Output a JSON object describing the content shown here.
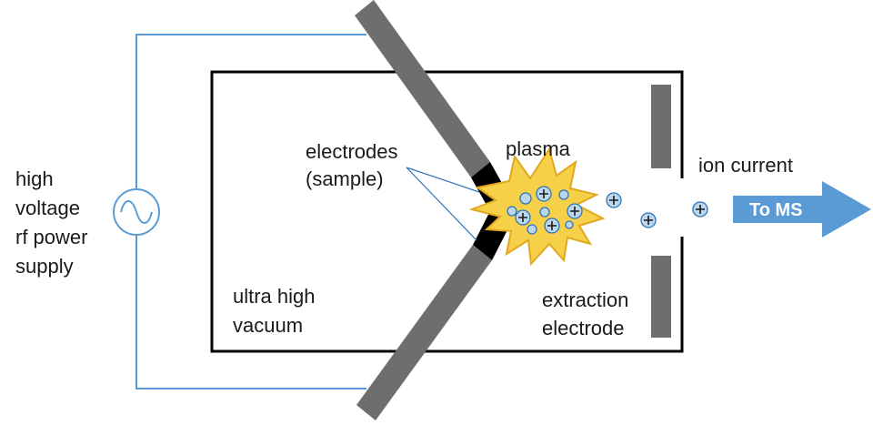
{
  "labels": {
    "power_supply": [
      "high",
      "voltage",
      "rf power",
      "supply"
    ],
    "electrodes": [
      "electrodes",
      "(sample)"
    ],
    "plasma": "plasma",
    "ion_current": "ion current",
    "to_ms": "To MS",
    "vacuum": [
      "ultra high",
      "vacuum"
    ],
    "extraction": [
      "extraction",
      "electrode"
    ]
  },
  "colors": {
    "wire": "#5b9bd5",
    "electrode_rod": "#6e6e6e",
    "electrode_tip": "#000000",
    "plasma_fill": "#f7d04a",
    "plasma_stroke": "#e1a81e",
    "particle_fill": "#bcd6ee",
    "particle_stroke": "#2e75b6",
    "arrow_fill": "#5b9bd5",
    "chamber_stroke": "#000000"
  },
  "icons": {
    "source_symbol": "ac-sine-source-icon",
    "ion_marker": "plus-ion-icon"
  }
}
